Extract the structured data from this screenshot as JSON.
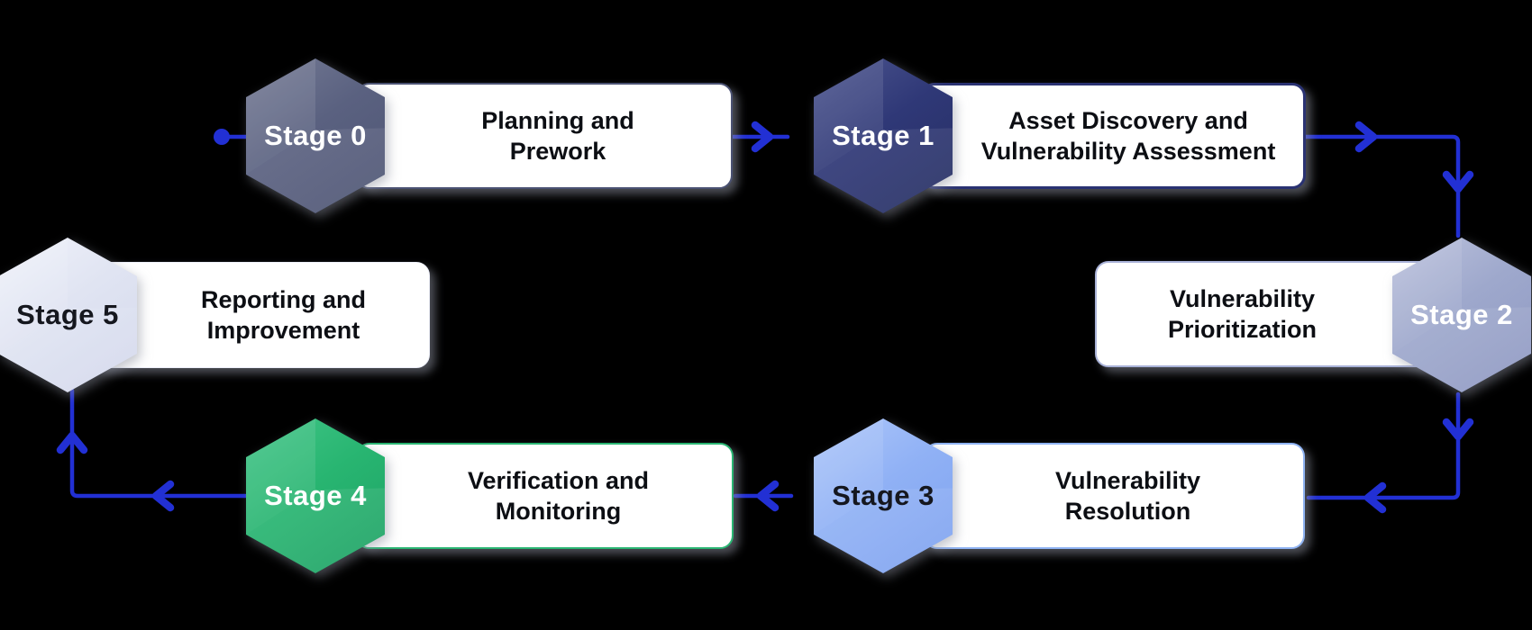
{
  "diagram": {
    "background": "#000000",
    "connector_color": "#2230d4",
    "flow_order": [
      "Stage 0",
      "Stage 1",
      "Stage 2",
      "Stage 3",
      "Stage 4",
      "Stage 5"
    ],
    "stages": [
      {
        "badge": "Stage 0",
        "title": "Planning and Prework",
        "hex_light": "#757b95",
        "hex_base": "#5a6180",
        "hex_dark": "#4e5574",
        "badge_text": "#ffffff",
        "box_border": "#4b5273"
      },
      {
        "badge": "Stage 1",
        "title": "Asset Discovery and Vulnerability Assessment",
        "hex_light": "#4d568f",
        "hex_base": "#2f3877",
        "hex_dark": "#262e62",
        "badge_text": "#ffffff",
        "box_border": "#2a3272"
      },
      {
        "badge": "Stage 2",
        "title": "Vulnerability Prioritization",
        "hex_light": "#bcc2dd",
        "hex_base": "#9ea8cc",
        "hex_dark": "#8e98c2",
        "badge_text": "#ffffff",
        "box_border": "#a9b2d8"
      },
      {
        "badge": "Stage 3",
        "title": "Vulnerability Resolution",
        "hex_light": "#aec7fa",
        "hex_base": "#90b1f5",
        "hex_dark": "#7ea2ef",
        "badge_text": "#15171e",
        "box_border": "#8fb3f3"
      },
      {
        "badge": "Stage 4",
        "title": "Verification and Monitoring",
        "hex_light": "#41c587",
        "hex_base": "#28b571",
        "hex_dark": "#1da164",
        "badge_text": "#ffffff",
        "box_border": "#2ab573"
      },
      {
        "badge": "Stage 5",
        "title": "Reporting and Improvement",
        "hex_light": "#f0f2fa",
        "hex_base": "#e0e4f2",
        "hex_dark": "#d3d8ec",
        "badge_text": "#15171e",
        "box_border": "#eceef8"
      }
    ]
  }
}
